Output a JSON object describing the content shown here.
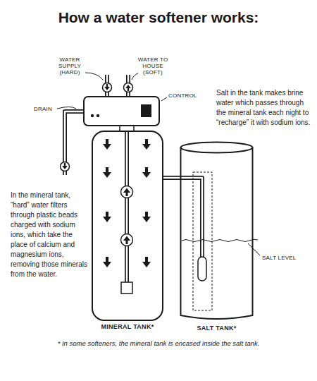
{
  "diagram": {
    "title": "How a water softener works:",
    "caption": "* In some softeners, the mineral tank is encased inside the salt tank.",
    "nodes": [
      {
        "text": [
          "MINERAL TANK*"
        ]
      },
      {
        "text": [
          "SALT TANK*"
        ]
      }
    ],
    "edges": [
      {
        "from": 1,
        "to": 0,
        "arrow": "none"
      }
    ],
    "labels": [
      "WATER SUPPLY (HARD)",
      "WATER TO HOUSE (SOFT)",
      "DRAIN",
      "CONTROL",
      "Salt in the tank makes brine water which passes through the mineral tank each night to “recharge” it with sodium ions.",
      "In the mineral tank, “hard” water filters through plastic beads charged with sodium ions, which take the place of calcium and magnesium ions, removing those minerals from the water.",
      "SALT LEVEL"
    ]
  }
}
